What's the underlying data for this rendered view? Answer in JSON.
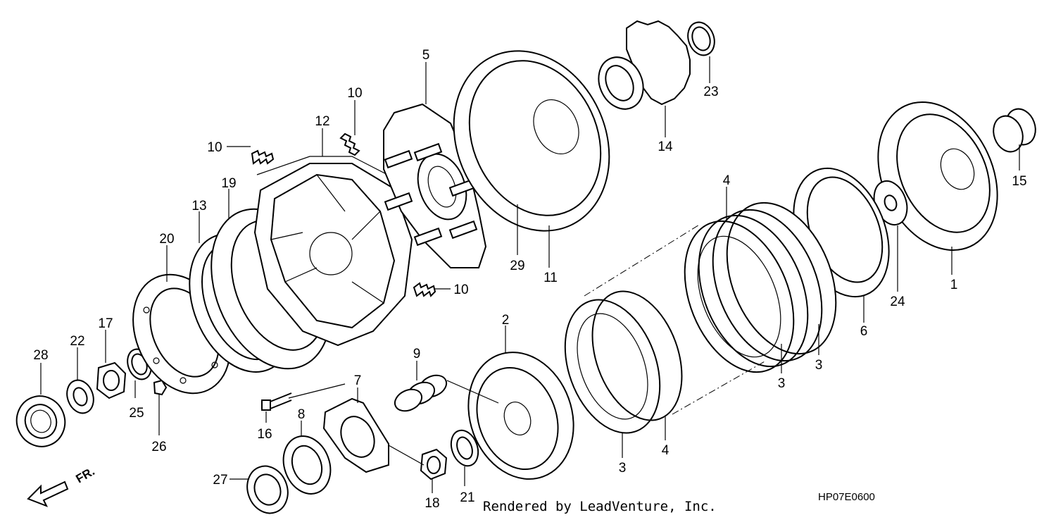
{
  "labels": {
    "p1": "1",
    "p2": "2",
    "p3a": "3",
    "p3b": "3",
    "p3c": "3",
    "p4a": "4",
    "p4b": "4",
    "p5": "5",
    "p6": "6",
    "p7": "7",
    "p8": "8",
    "p9": "9",
    "p10a": "10",
    "p10b": "10",
    "p10c": "10",
    "p11": "11",
    "p12": "12",
    "p13": "13",
    "p14": "14",
    "p15": "15",
    "p16": "16",
    "p17": "17",
    "p18": "18",
    "p19": "19",
    "p20": "20",
    "p21": "21",
    "p22": "22",
    "p23": "23",
    "p24": "24",
    "p25": "25",
    "p26": "26",
    "p27": "27",
    "p28": "28",
    "p29": "29"
  },
  "direction_label": "FR.",
  "credit": "Rendered by LeadVenture, Inc.",
  "diagram_code": "HP07E0600"
}
